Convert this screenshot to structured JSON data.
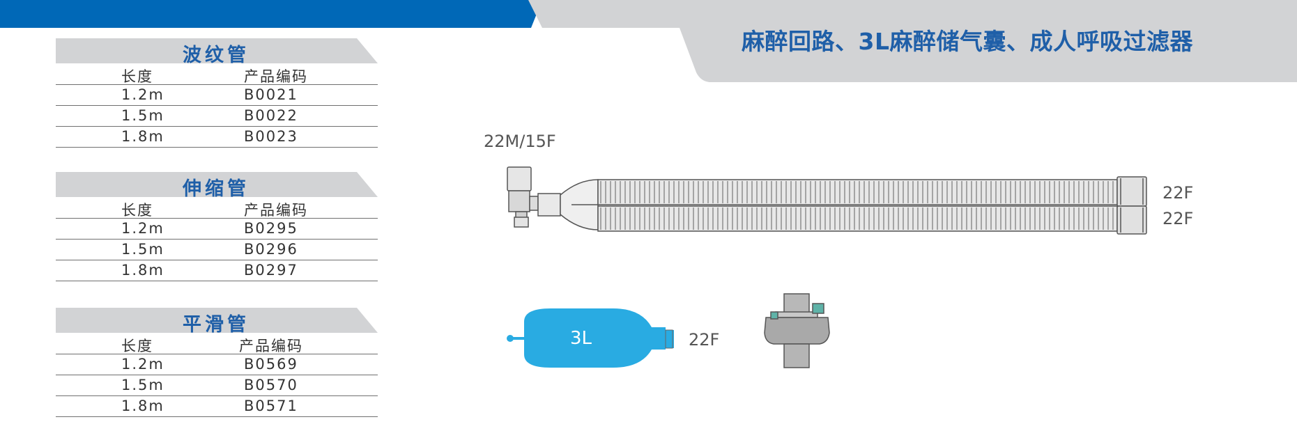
{
  "header": {
    "title": "麻醉回路、3L麻醉储气囊、成人呼吸过滤器"
  },
  "tables": [
    {
      "title": "波纹管",
      "columns": [
        "长度",
        "产品编码"
      ],
      "rows": [
        [
          "1.2m",
          "B0021"
        ],
        [
          "1.5m",
          "B0022"
        ],
        [
          "1.8m",
          "B0023"
        ]
      ]
    },
    {
      "title": "伸缩管",
      "columns": [
        "长度",
        "产品编码"
      ],
      "rows": [
        [
          "1.2m",
          "B0295"
        ],
        [
          "1.5m",
          "B0296"
        ],
        [
          "1.8m",
          "B0297"
        ]
      ]
    },
    {
      "title": "平滑管",
      "columns": [
        "长度",
        "产品编码"
      ],
      "rows": [
        [
          "1.2m",
          "B0569"
        ],
        [
          "1.5m",
          "B0570"
        ],
        [
          "1.8m",
          "B0571"
        ]
      ]
    }
  ],
  "figure": {
    "elbow_label": "22M/15F",
    "tube_end_label_top": "22F",
    "tube_end_label_bottom": "22F",
    "bag_volume": "3L",
    "bag_port_label": "22F"
  },
  "colors": {
    "brand_blue": "#0068b7",
    "title_blue": "#1f5fa8",
    "header_gray": "#d2d3d5",
    "bag_blue": "#29abe2"
  }
}
